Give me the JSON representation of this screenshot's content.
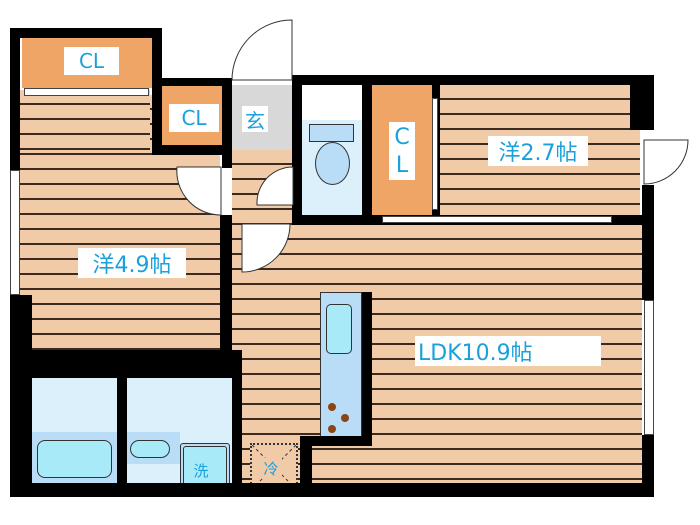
{
  "floorplan": {
    "rooms": [
      {
        "id": "western-room-1",
        "label": "洋4.9帖",
        "type": "bedroom"
      },
      {
        "id": "western-room-2",
        "label": "洋2.7帖",
        "type": "bedroom"
      },
      {
        "id": "ldk",
        "label": "LDK10.9帖",
        "type": "living-dining-kitchen"
      },
      {
        "id": "closet-1",
        "label": "CL",
        "type": "closet"
      },
      {
        "id": "closet-2",
        "label": "CL",
        "type": "closet"
      },
      {
        "id": "closet-3",
        "label_line1": "C",
        "label_line2": "L",
        "type": "closet"
      },
      {
        "id": "entrance",
        "label": "玄",
        "type": "entrance"
      },
      {
        "id": "washer-space",
        "label": "洗",
        "type": "washing-machine"
      },
      {
        "id": "fridge-space",
        "label": "冷",
        "type": "refrigerator"
      }
    ],
    "colors": {
      "wall": "#000000",
      "floor": "#f1caa8",
      "floor_line": "#3a2a20",
      "closet": "#eea566",
      "wet_area": "#dcf0fb",
      "fixture": "#b9dcf7",
      "entrance": "#d8d8d8",
      "label_text": "#1ba0db"
    }
  }
}
